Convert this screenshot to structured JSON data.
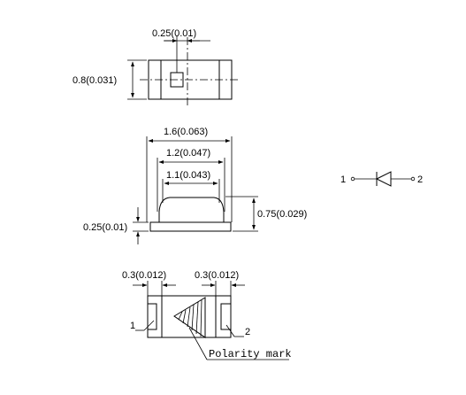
{
  "top_view": {
    "pad_width_label": "0.25(0.01)",
    "height_label": "0.8(0.031)"
  },
  "side_view": {
    "overall_length_label": "1.6(0.063)",
    "dome_base_label": "1.2(0.047)",
    "dome_top_label": "1.1(0.043)",
    "substrate_thickness_label": "0.25(0.01)",
    "total_height_label": "0.75(0.029)"
  },
  "schematic": {
    "pin_left": "1",
    "pin_right": "2"
  },
  "bottom_view": {
    "left_pad_label": "0.3(0.012)",
    "right_pad_label": "0.3(0.012)",
    "pin_left": "1",
    "pin_right": "2",
    "polarity_label": "Polarity mark"
  }
}
